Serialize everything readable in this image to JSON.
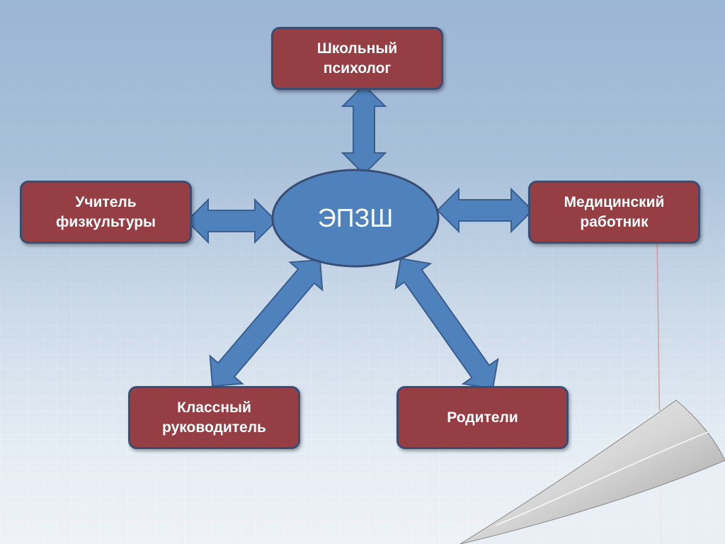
{
  "center": {
    "label": "ЭПЗШ"
  },
  "nodes": {
    "psychologist": {
      "line1": "Школьный",
      "line2": "психолог"
    },
    "pe_teacher": {
      "line1": "Учитель",
      "line2": "физкультуры"
    },
    "medical": {
      "line1": "Медицинский",
      "line2": "работник"
    },
    "class_teacher": {
      "line1": "Классный",
      "line2": "руководитель"
    },
    "parents": {
      "line1": "Родители"
    }
  },
  "colors": {
    "node_fill": "#953f45",
    "node_border": "#3a4e74",
    "arrow_fill": "#4f81bd",
    "arrow_stroke": "#3a5f8f",
    "center_fill": "#4f81bd"
  }
}
